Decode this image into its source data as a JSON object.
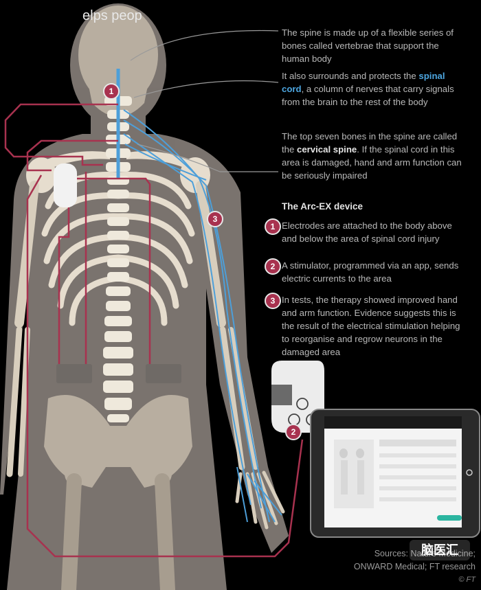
{
  "title": "elps peop",
  "annotations": {
    "spine": "The spine is made up of a flexible series of bones called vertebrae that support the human body",
    "cord_pre": "It also surrounds and protects the ",
    "cord_bold": "spinal cord",
    "cord_post": ", a column of nerves that carry signals from the brain to the rest of the body",
    "cervical_pre": "The top seven bones in the spine are called the ",
    "cervical_bold": "cervical spine",
    "cervical_post": ". If the spinal cord in this area is damaged, hand and arm function can be seriously impaired"
  },
  "device": {
    "heading": "The Arc-EX device",
    "steps": [
      {
        "num": "1",
        "text": "Electrodes are attached to the body above and below the area of spinal cord injury"
      },
      {
        "num": "2",
        "text": "A stimulator, programmed via an app, sends electric currents to the area"
      },
      {
        "num": "3",
        "text": "In tests, the therapy showed improved hand and arm function. Evidence suggests this is the result of the electrical stimulation helping to reorganise and regrow neurons in the damaged area"
      }
    ]
  },
  "diagram_badges": [
    "1",
    "3",
    "2"
  ],
  "sources_line1": "Sources: Nature Medicine;",
  "sources_line2": "ONWARD Medical; FT research",
  "credit": "© FT",
  "watermark": "脑医汇",
  "colors": {
    "background": "#000000",
    "body": "#8f8781",
    "bone": "#efe9dc",
    "nerve": "#4d9fd9",
    "wire": "#a8324f",
    "badge": "#a8324f"
  }
}
